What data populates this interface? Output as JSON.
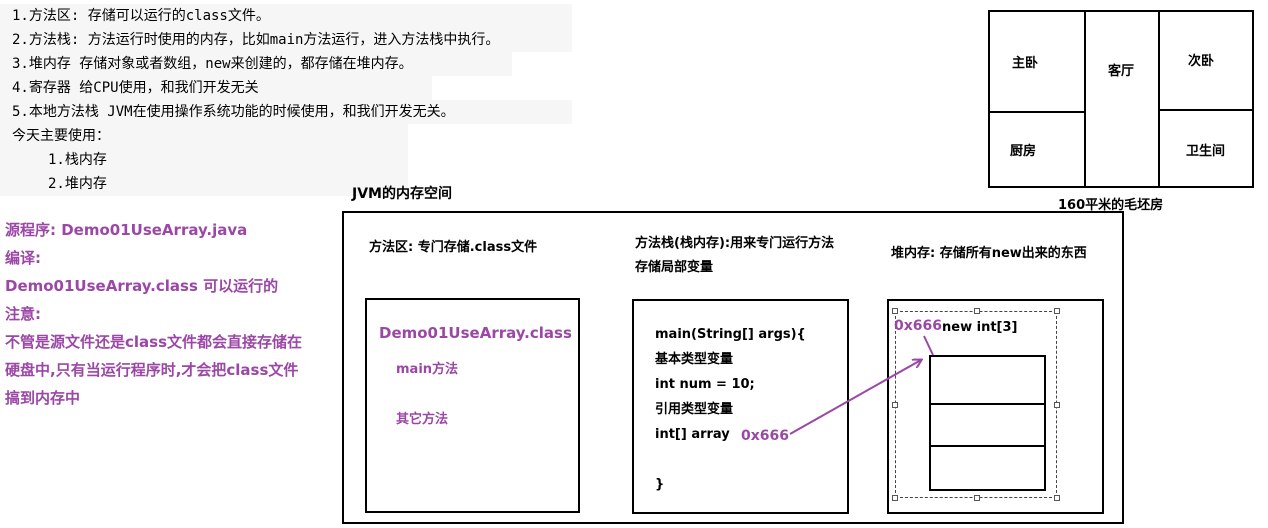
{
  "notes": {
    "lines": [
      "1.方法区: 存储可以运行的class文件。",
      "2.方法栈: 方法运行时使用的内存，比如main方法运行，进入方法栈中执行。",
      "3.堆内存 存储对象或者数组，new来创建的，都存储在堆内存。",
      "4.寄存器 给CPU使用，和我们开发无关",
      "5.本地方法栈 JVM在使用操作系统功能的时候使用，和我们开发无关。"
    ],
    "today_title": "今天主要使用：",
    "today_items": [
      "1.栈内存",
      "2.堆内存"
    ]
  },
  "purple_notes": {
    "source": "源程序: Demo01UseArray.java",
    "compile": "编译:",
    "compiled": "Demo01UseArray.class 可以运行的",
    "attention": "注意:",
    "note_1": "不管是源文件还是class文件都会直接存储在",
    "note_2": "硬盘中,只有当运行程序时,才会把class文件",
    "note_3": "搞到内存中"
  },
  "floorplan": {
    "master_bedroom": "主卧",
    "living_room": "客厅",
    "second_bedroom": "次卧",
    "kitchen": "厨房",
    "bathroom": "卫生间",
    "caption": "160平米的毛坯房"
  },
  "jvm": {
    "title": "JVM的内存空间",
    "method_area_label": "方法区: 专门存储.class文件",
    "stack_label_1": "方法栈(栈内存):用来专门运行方法",
    "stack_label_2": "存储局部变量",
    "heap_label": "堆内存: 存储所有new出来的东西",
    "method_area": {
      "class_name": "Demo01UseArray.class",
      "main_method": "main方法",
      "other_methods": "其它方法"
    },
    "stack": {
      "line_1": "main(String[] args){",
      "line_2": "基本类型变量",
      "line_3": "int num = 10;",
      "line_4": "引用类型变量",
      "line_5": "int[] array",
      "line_6": "}",
      "address": "0x666"
    },
    "heap": {
      "address": "0x666",
      "new_expr": "new int[3]"
    }
  },
  "colors": {
    "accent_purple": "#9b47a6",
    "line_black": "#000000"
  }
}
